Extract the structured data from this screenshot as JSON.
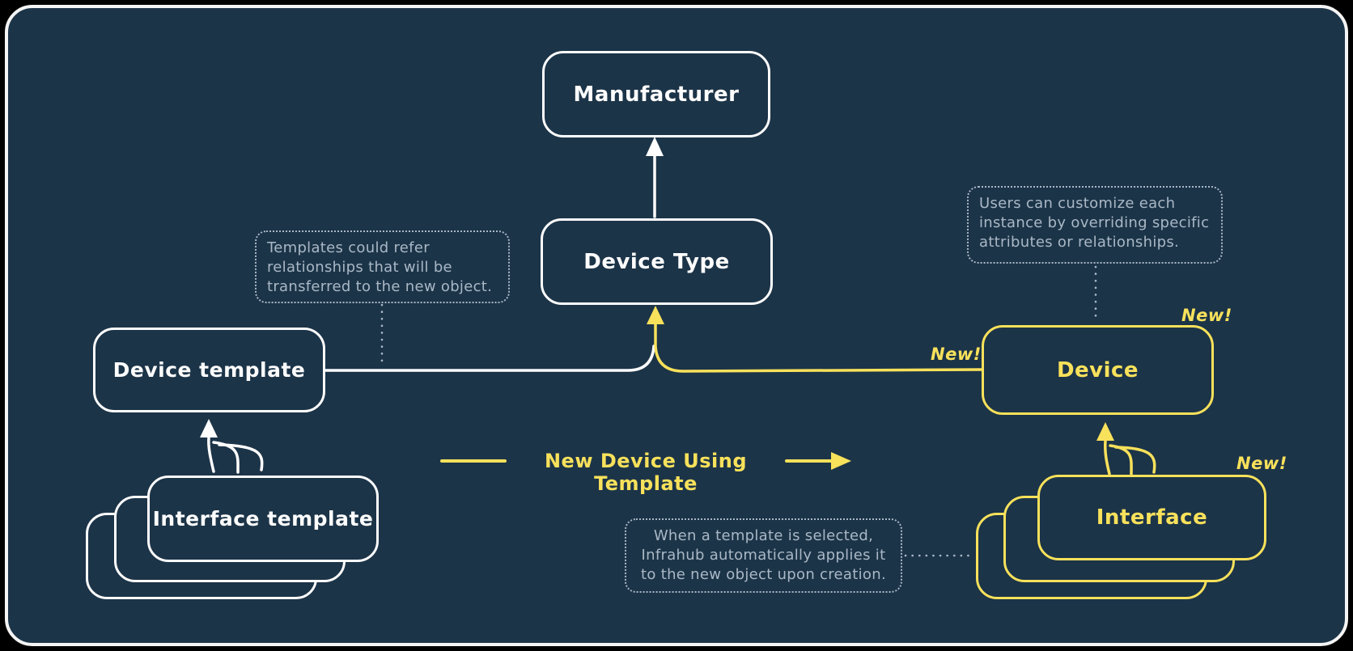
{
  "colors": {
    "page_background": "#000000",
    "canvas_background": "#1c3448",
    "canvas_border": "#f4f4f4",
    "ink_white": "#fdfdfd",
    "accent_yellow": "#f8e15b",
    "note_ink": "#a9b8c6"
  },
  "nodes": {
    "manufacturer": {
      "label": "Manufacturer"
    },
    "device_type": {
      "label": "Device Type"
    },
    "device_template": {
      "label": "Device template"
    },
    "interface_template": {
      "label": "Interface template"
    },
    "device": {
      "label": "Device",
      "badge": "New!"
    },
    "interface": {
      "label": "Interface",
      "badge": "New!"
    }
  },
  "links": {
    "template_to_device": {
      "badge": "New!"
    }
  },
  "flow": {
    "label": "New Device Using Template"
  },
  "notes": {
    "templates_note": {
      "text": "Templates could refer relationships that will be transferred to the new object.",
      "lines": [
        "Templates could refer",
        "relationships that will be",
        "transferred to the new object."
      ]
    },
    "customize_note": {
      "text": "Users can customize each instance by overriding specific attributes or relationships.",
      "lines": [
        "Users can customize each",
        "instance by overriding specific",
        "attributes or relationships."
      ]
    },
    "apply_note": {
      "text": "When a template is selected, Infrahub automatically applies it to the new object upon creation.",
      "lines": [
        "When a template is selected,",
        "Infrahub automatically applies it",
        "to the new object upon creation."
      ]
    }
  }
}
